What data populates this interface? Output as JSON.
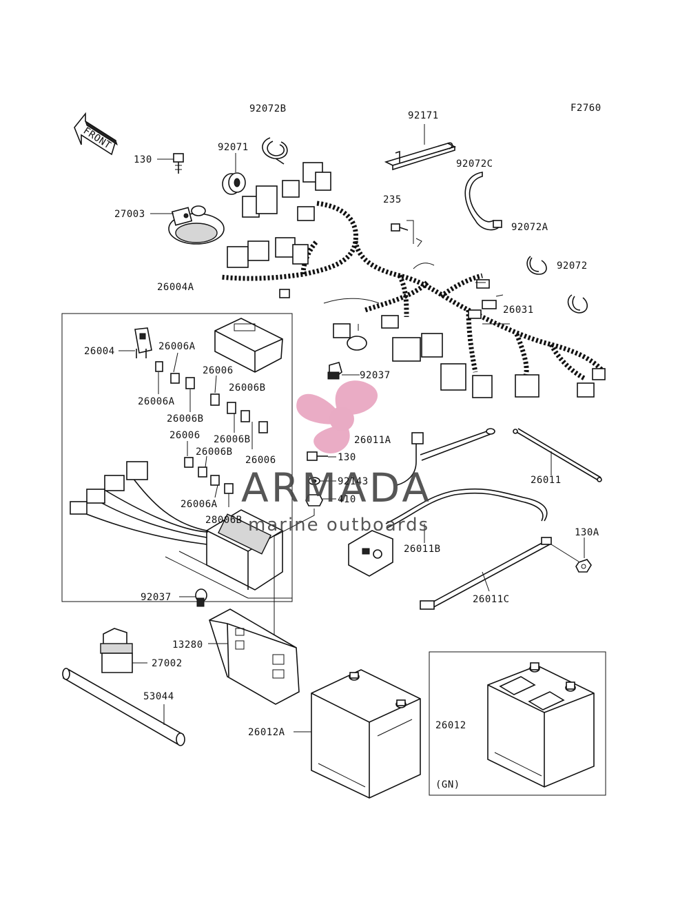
{
  "diagram_code": "F2760",
  "front_arrow_text": "FRONT",
  "labels": {
    "l92072B": "92072B",
    "l92171": "92171",
    "l92071": "92071",
    "l92072C": "92072C",
    "l130_top": "130",
    "l27003": "27003",
    "l235": "235",
    "l92072A": "92072A",
    "l92072": "92072",
    "l26004A": "26004A",
    "l26031": "26031",
    "l26004": "26004",
    "l26006A_1": "26006A",
    "l26006_1": "26006",
    "l26006B_1": "26006B",
    "l26006A_2": "26006A",
    "l26006B_2": "26006B",
    "l26006_2": "26006",
    "l26006B_3": "26006B",
    "l26006B_4": "26006B",
    "l26006_3": "26006",
    "l26006A_3": "26006A",
    "l28006B": "28006B",
    "l92037_top": "92037",
    "l26011A": "26011A",
    "l130_mid": "130",
    "l92143": "92143",
    "l410": "410",
    "l26011": "26011",
    "l26011B": "26011B",
    "l130A": "130A",
    "l26011C": "26011C",
    "l92037_bot": "92037",
    "l13280": "13280",
    "l27002": "27002",
    "l53044": "53044",
    "l26012A": "26012A",
    "l26012": "26012",
    "lGN": "(GN)"
  },
  "watermark": {
    "name": "ARMADA",
    "tagline": "marine outboards"
  },
  "colors": {
    "line": "#111111",
    "watermark_pink": "#e8a4bf",
    "watermark_pink_center": "#e7a3be",
    "watermark_text": "#444444"
  }
}
